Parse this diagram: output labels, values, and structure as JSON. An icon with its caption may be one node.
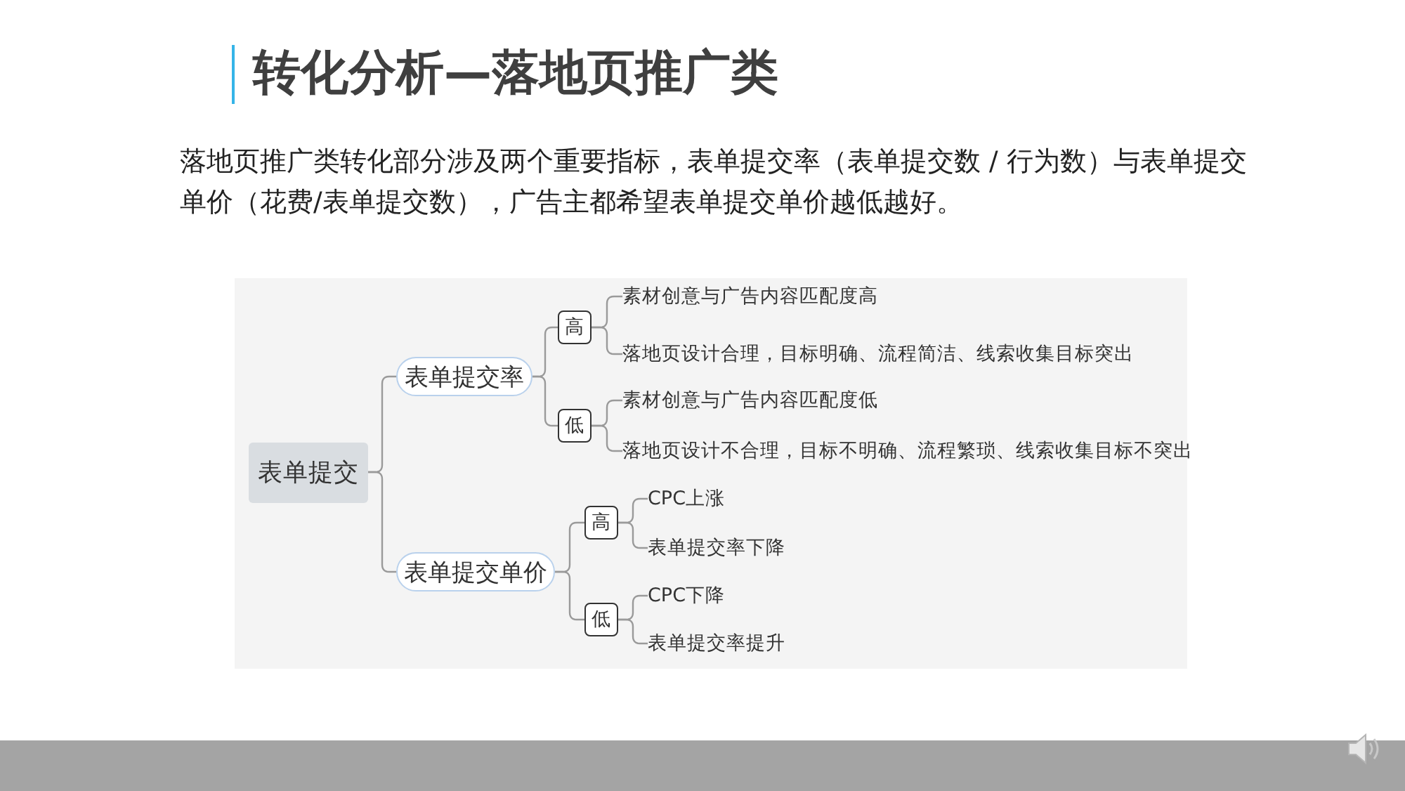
{
  "diagram": {
    "title": "转化分析—落地页推广类",
    "nodes": [
      {
        "text": [
          "表单提交"
        ]
      },
      {
        "text": [
          "表单提交率"
        ]
      },
      {
        "text": [
          "高"
        ]
      },
      {
        "text": [
          "素材创意与广告内容匹配度高"
        ]
      },
      {
        "text": [
          "落地页设计合理，目标明确、流程简洁、线索收集目标突出"
        ]
      },
      {
        "text": [
          "低"
        ]
      },
      {
        "text": [
          "素材创意与广告内容匹配度低"
        ]
      },
      {
        "text": [
          "落地页设计不合理，目标不明确、流程繁琐、线索收集目标不突出"
        ]
      },
      {
        "text": [
          "表单提交单价"
        ]
      },
      {
        "text": [
          "高"
        ]
      },
      {
        "text": [
          "CPC上涨"
        ]
      },
      {
        "text": [
          "表单提交率下降"
        ]
      },
      {
        "text": [
          "低"
        ]
      },
      {
        "text": [
          "CPC下降"
        ]
      },
      {
        "text": [
          "表单提交率提升"
        ]
      }
    ],
    "edges": [
      {
        "from": 0,
        "to": 1,
        "arrow": "none"
      },
      {
        "from": 0,
        "to": 8,
        "arrow": "none"
      },
      {
        "from": 1,
        "to": 2,
        "arrow": "none"
      },
      {
        "from": 1,
        "to": 5,
        "arrow": "none"
      },
      {
        "from": 2,
        "to": 3,
        "arrow": "none"
      },
      {
        "from": 2,
        "to": 4,
        "arrow": "none"
      },
      {
        "from": 5,
        "to": 6,
        "arrow": "none"
      },
      {
        "from": 5,
        "to": 7,
        "arrow": "none"
      },
      {
        "from": 8,
        "to": 9,
        "arrow": "none"
      },
      {
        "from": 8,
        "to": 12,
        "arrow": "none"
      },
      {
        "from": 9,
        "to": 10,
        "arrow": "none"
      },
      {
        "from": 9,
        "to": 11,
        "arrow": "none"
      },
      {
        "from": 12,
        "to": 13,
        "arrow": "none"
      },
      {
        "from": 12,
        "to": 14,
        "arrow": "none"
      }
    ],
    "labels": [
      "落地页推广类转化部分涉及两个重要指标，表单提交率（表单提交数 / 行为数）与表单提交单价（花费/表单提交数），广告主都希望表单提交单价越低越好。"
    ]
  }
}
